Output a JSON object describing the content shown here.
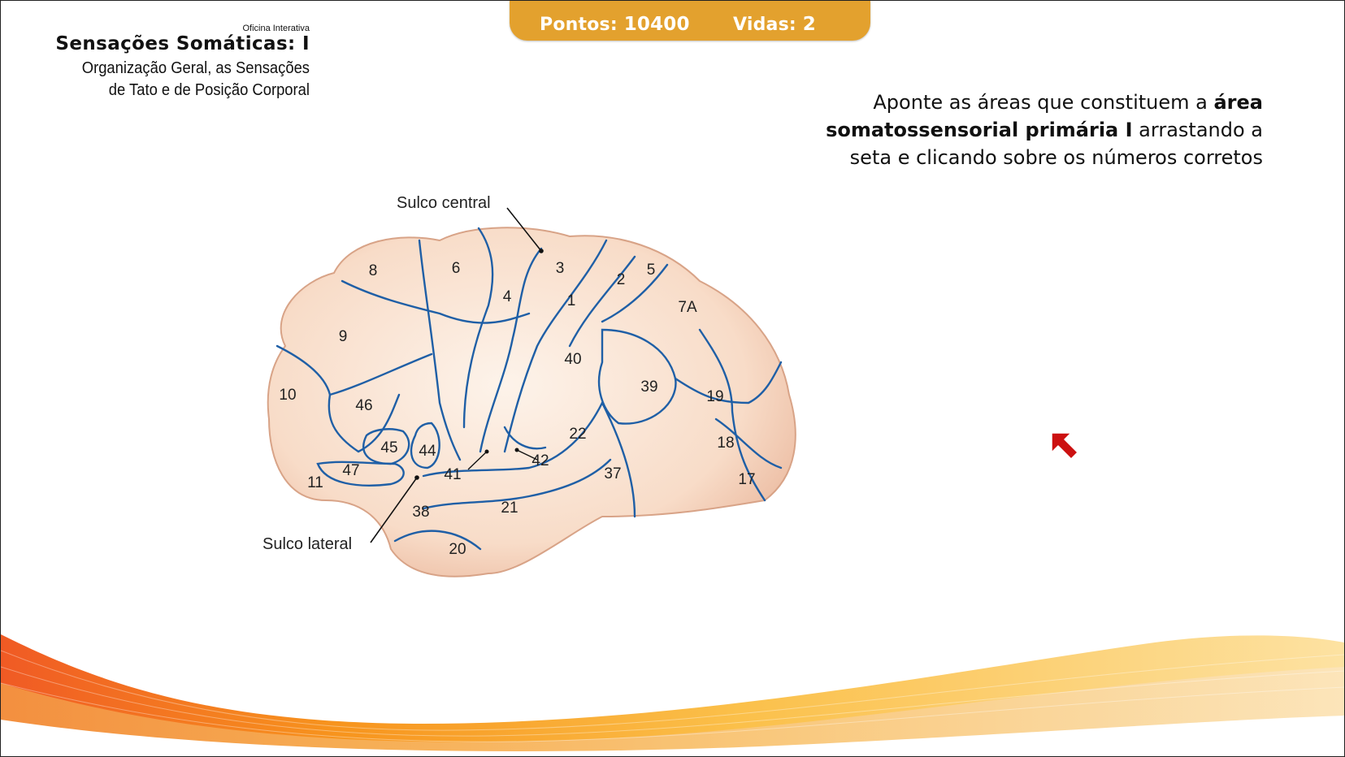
{
  "hud": {
    "score_label": "Pontos:",
    "score": "10400",
    "lives_label": "Vidas:",
    "lives": "2"
  },
  "brand": {
    "kicker": "Oficina Interativa",
    "title": "Sensações Somáticas: I",
    "subtitle_line1": "Organização Geral, as Sensações",
    "subtitle_line2": "de Tato e de Posição Corporal"
  },
  "instruction": {
    "part1": "Aponte as áreas que constituem a ",
    "bold1": "área",
    "bold2": "somatossensorial primária I",
    "part2": " arrastando a",
    "line3": "seta e clicando sobre os números corretos"
  },
  "brain": {
    "labels": {
      "central_sulcus": "Sulco central",
      "lateral_sulcus": "Sulco lateral"
    },
    "areas": [
      "8",
      "6",
      "3",
      "4",
      "1",
      "2",
      "5",
      "7A",
      "9",
      "40",
      "39",
      "10",
      "46",
      "19",
      "22",
      "45",
      "44",
      "18",
      "47",
      "41",
      "42",
      "37",
      "11",
      "17",
      "21",
      "38",
      "20"
    ]
  },
  "colors": {
    "accent": "#e3a12e",
    "brain_fill": "#fbe6d9",
    "brain_outline": "#1f5fa6",
    "cursor": "#cc1111"
  },
  "icons": {
    "cursor": "arrow-cursor-icon"
  }
}
